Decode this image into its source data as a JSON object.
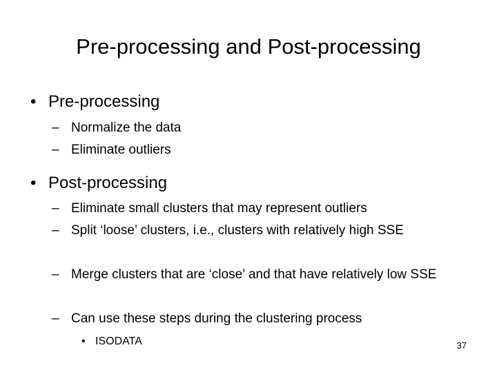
{
  "slide": {
    "title": "Pre-processing and Post-processing",
    "sections": [
      {
        "bullet": "•",
        "heading": "Pre-processing",
        "items": [
          {
            "dash": "–",
            "text": "Normalize the data"
          },
          {
            "dash": "–",
            "text": "Eliminate outliers"
          }
        ]
      },
      {
        "bullet": "•",
        "heading": "Post-processing",
        "items": [
          {
            "dash": "–",
            "text": "Eliminate small clusters that may represent outliers"
          },
          {
            "dash": "–",
            "text": "Split ‘loose’ clusters, i.e., clusters with relatively high SSE"
          },
          {
            "dash": "–",
            "text": "Merge clusters that are ‘close’ and that have relatively low SSE"
          },
          {
            "dash": "–",
            "text": "Can use these steps during the clustering process"
          }
        ],
        "subitems": [
          {
            "bullet": "•",
            "text": "ISODATA"
          }
        ]
      }
    ],
    "page_number": "37"
  }
}
